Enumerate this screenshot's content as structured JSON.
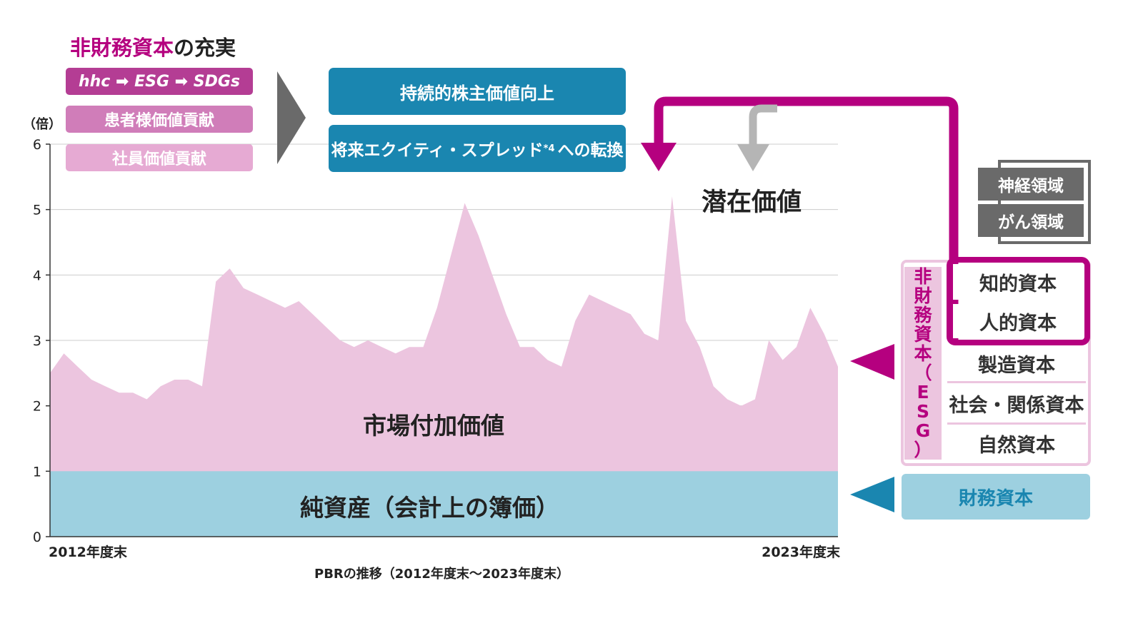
{
  "header": {
    "title_accent": "非財務資本",
    "title_rest": "の充実",
    "pills": [
      "hhc ➡ ESG ➡ SDGs",
      "患者様価値貢献",
      "社員価値貢献"
    ]
  },
  "goals": {
    "box1": "持続的株主価値向上",
    "box2_main": "将来エクイティ・スプレッド",
    "box2_sup": "*4",
    "box2_tail": "への転換"
  },
  "potential_value": "潜在価値",
  "domains": [
    "神経領域",
    "がん領域"
  ],
  "non_financial": {
    "vertical_label": [
      "非",
      "財",
      "務",
      "資",
      "本",
      "（",
      "E",
      "S",
      "G",
      "）"
    ],
    "capitals": [
      "知的資本",
      "人的資本",
      "製造資本",
      "社会・関係資本",
      "自然資本"
    ]
  },
  "financial_capital": "財務資本",
  "colors": {
    "magenta": "#b5007f",
    "teal": "#1a86b0",
    "pink_area": "#ecc5df",
    "blue_area": "#9dd0e0",
    "gray": "#6a6a6a"
  },
  "chart_data": {
    "type": "area",
    "title": "PBRの推移（2012年度末〜2023年度末）",
    "ylabel": "（倍）",
    "ylim": [
      0,
      6
    ],
    "yticks": [
      0,
      1,
      2,
      3,
      4,
      5,
      6
    ],
    "x_start_label": "2012年度末",
    "x_end_label": "2023年度末",
    "grid": true,
    "net_assets_level": 1,
    "net_assets_label": "純資産（会計上の簿価）",
    "market_value_label": "市場付加価値",
    "series": [
      {
        "values": [
          2.5,
          2.8,
          2.6,
          2.4,
          2.3,
          2.2,
          2.2,
          2.1,
          2.3,
          2.4,
          2.4,
          2.3,
          3.9,
          4.1,
          3.8,
          3.7,
          3.6,
          3.5,
          3.6,
          3.4,
          3.2,
          3.0,
          2.9,
          3.0,
          2.9,
          2.8,
          2.9,
          2.9,
          3.5,
          4.3,
          5.1,
          4.6,
          4.0,
          3.4,
          2.9,
          2.9,
          2.7,
          2.6,
          3.3,
          3.7,
          3.6,
          3.5,
          3.4,
          3.1,
          3.0,
          5.2,
          3.3,
          2.9,
          2.3,
          2.1,
          2.0,
          2.1,
          3.0,
          2.7,
          2.9,
          3.5,
          3.1,
          2.6
        ]
      }
    ]
  }
}
